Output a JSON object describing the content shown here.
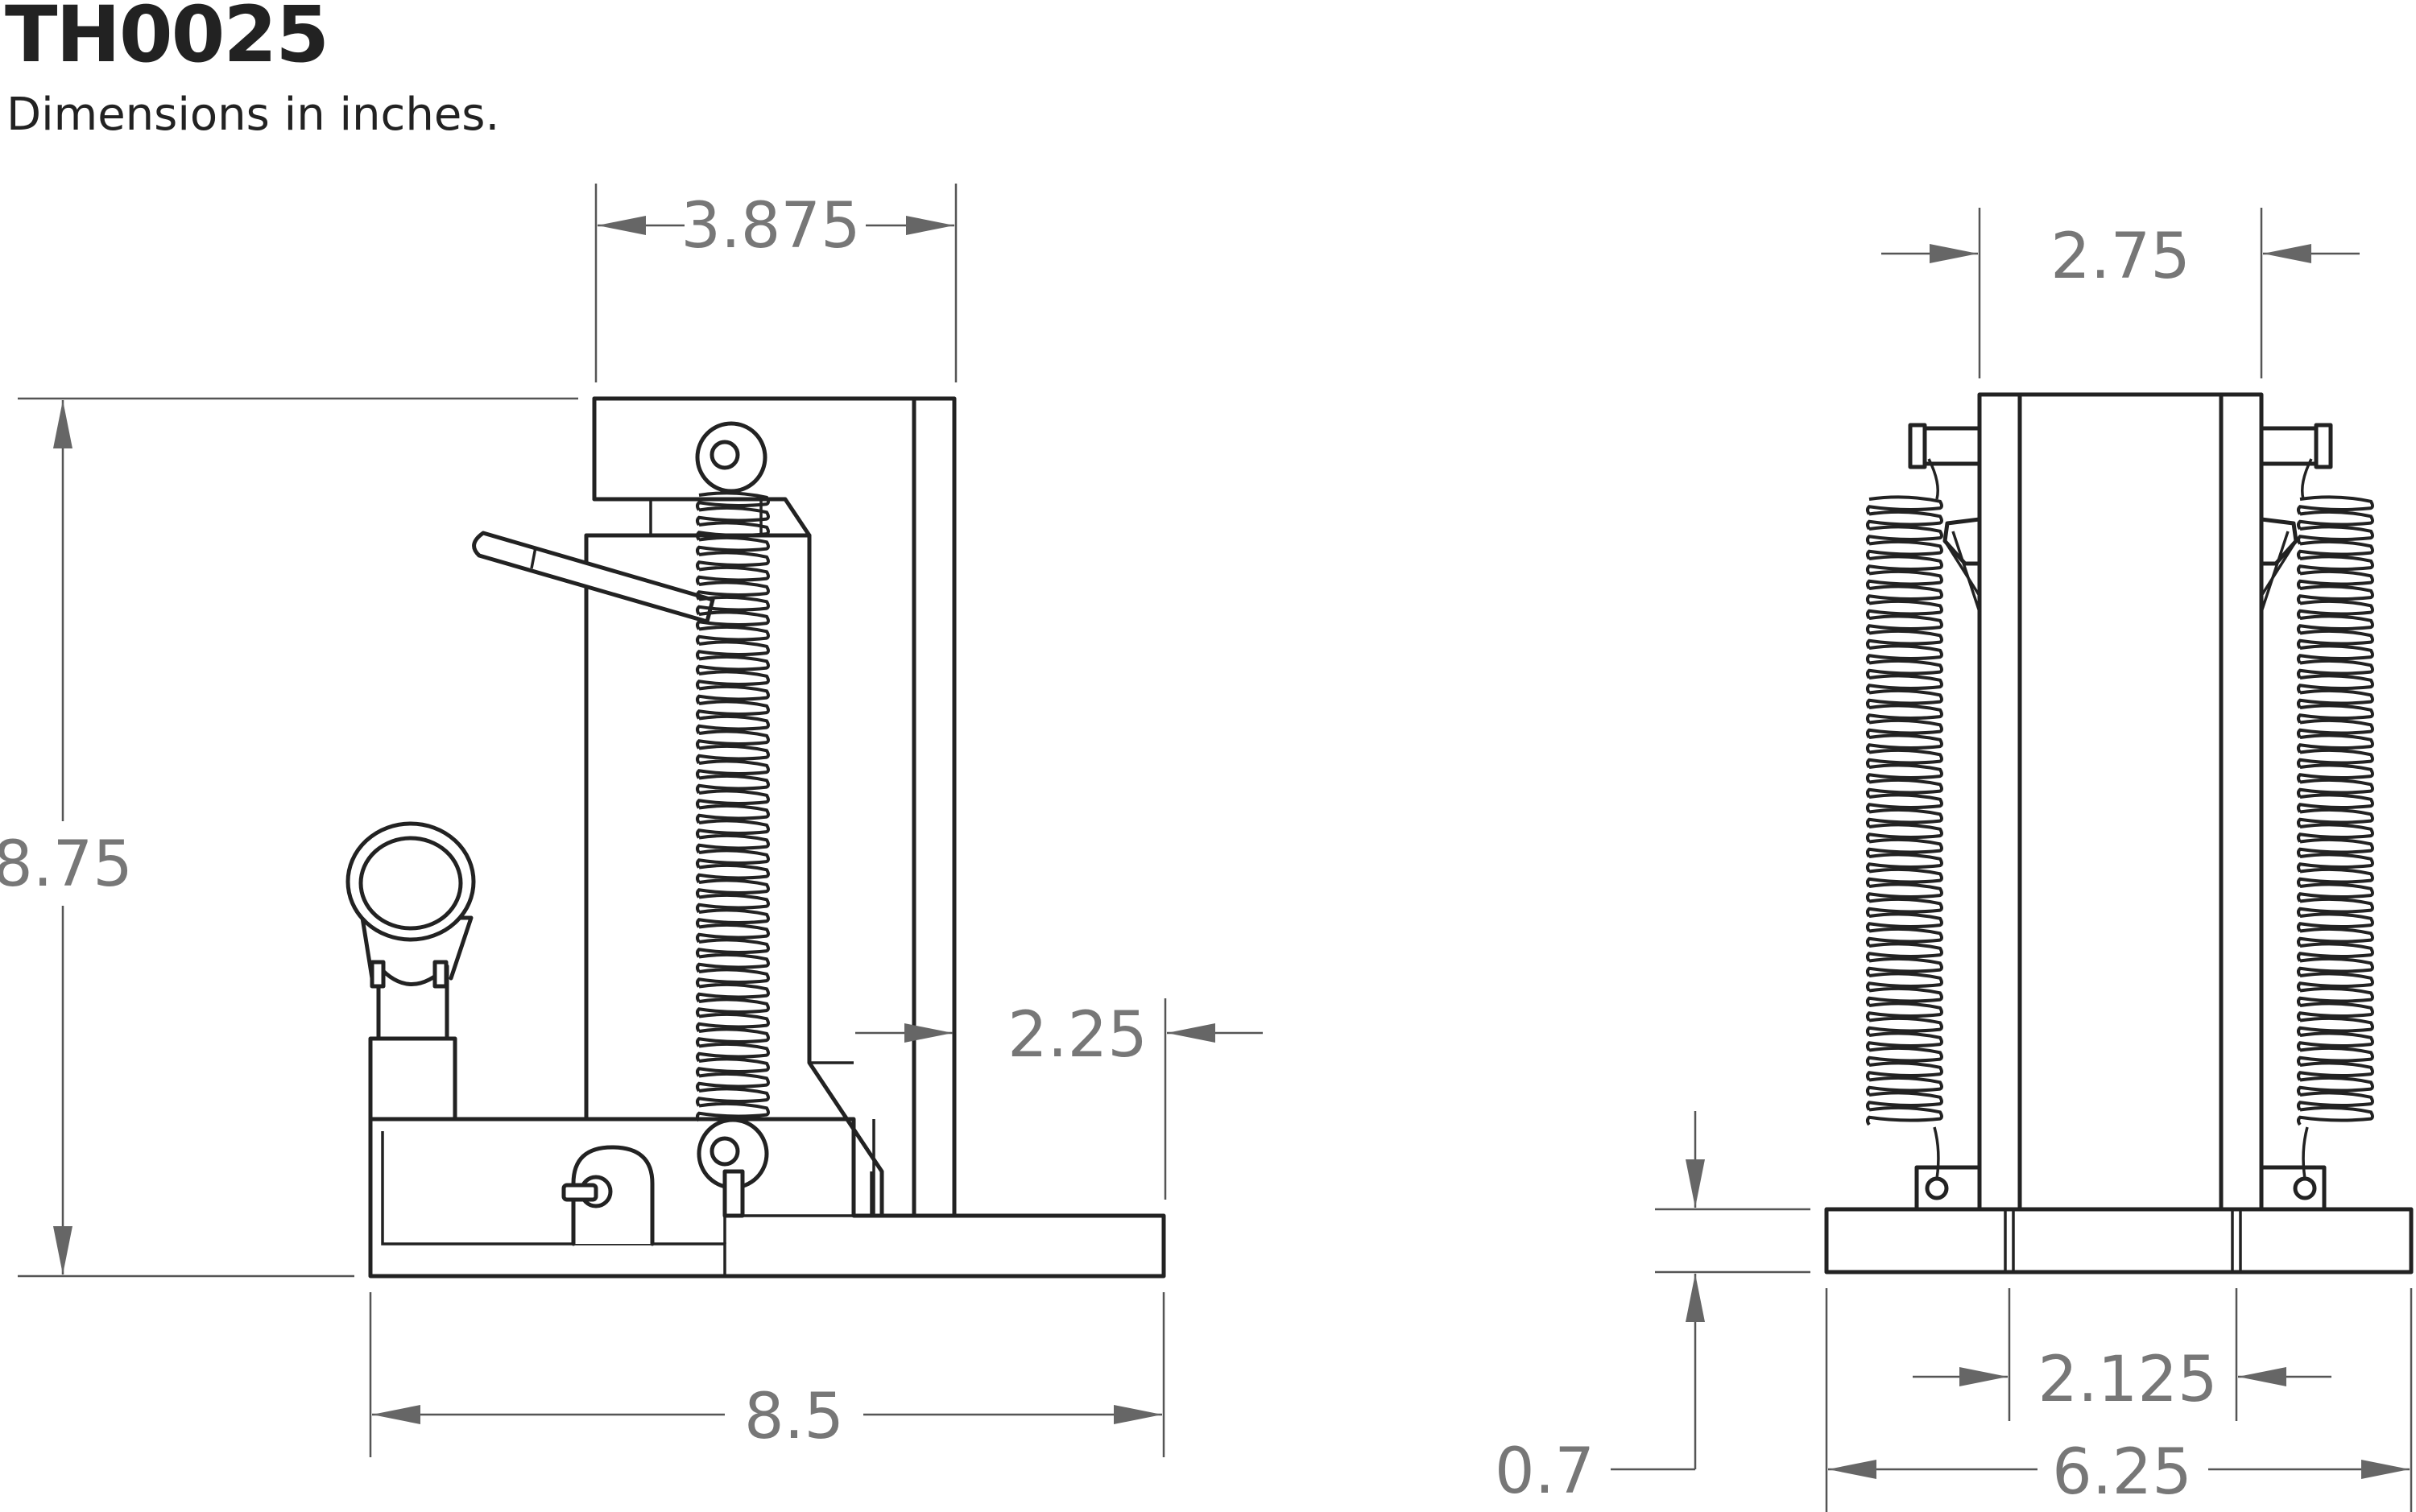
{
  "title": "TH0025",
  "subtitle": "Dimensions in inches.",
  "side_view": {
    "top_width": "3.875",
    "overall_height": "8.75",
    "toe_depth": "2.25",
    "base_length": "8.5"
  },
  "front_view": {
    "body_width": "2.75",
    "base_height": "0.7",
    "center_width": "2.125",
    "base_width": "6.25"
  }
}
